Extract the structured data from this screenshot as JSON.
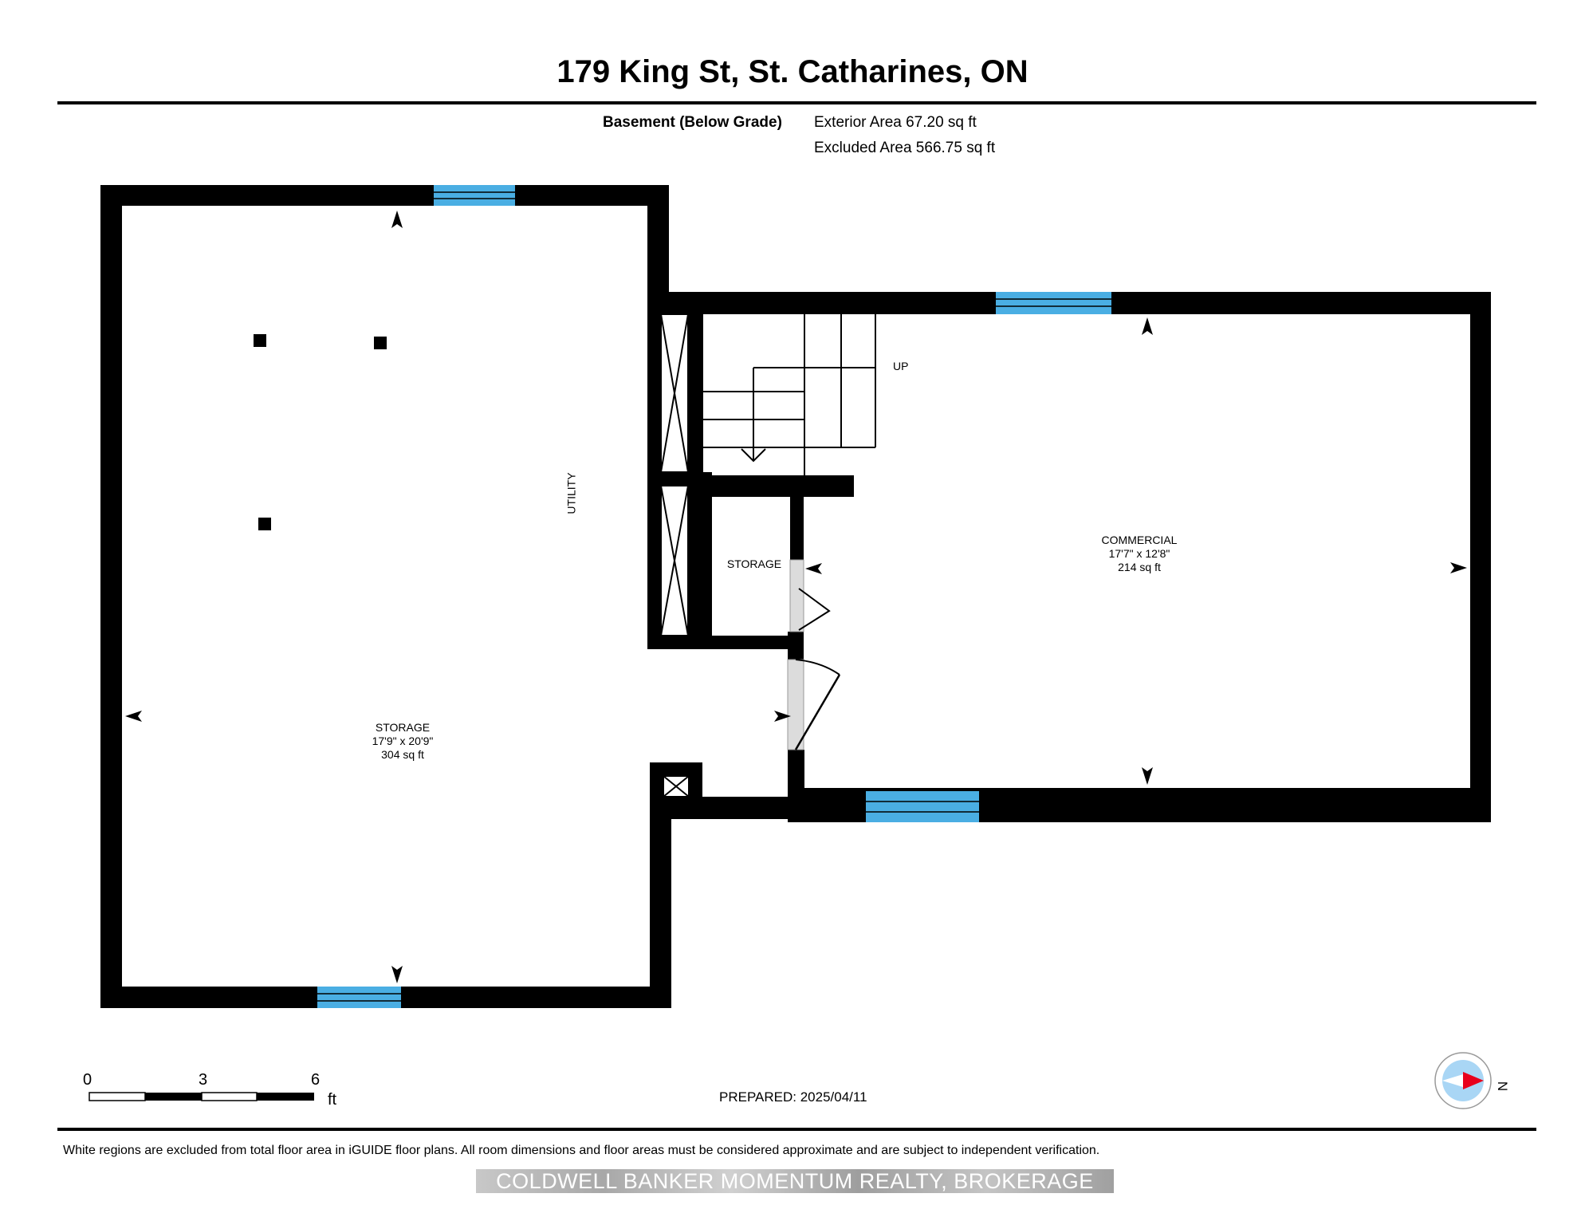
{
  "header": {
    "title": "179 King St, St. Catharines, ON",
    "floor_label": "Basement (Below Grade)",
    "exterior_area": "Exterior Area 67.20 sq ft",
    "excluded_area": "Excluded Area 566.75 sq ft"
  },
  "rooms": [
    {
      "name": "STORAGE",
      "dimensions": "17'9\" x 20'9\"",
      "area": "304 sq ft"
    },
    {
      "name": "COMMERCIAL",
      "dimensions": "17'7\" x 12'8\"",
      "area": "214 sq ft"
    },
    {
      "name": "STORAGE"
    },
    {
      "name": "UTILITY"
    }
  ],
  "stair_label": "UP",
  "scale_bar": {
    "ticks": [
      "0",
      "3",
      "6"
    ],
    "unit": "ft"
  },
  "prepared": "PREPARED: 2025/04/11",
  "compass": {
    "label": "N",
    "needle_color": "#e8001c",
    "dial_color": "#a9d6f5"
  },
  "colors": {
    "wall": "#000000",
    "window": "#4aaee3",
    "door_fill": "#dcdcdc"
  },
  "footer": {
    "disclaimer": "White regions are excluded from total floor area in iGUIDE floor plans. All room dimensions and floor areas must be considered approximate and are subject to independent verification.",
    "brokerage": "COLDWELL BANKER MOMENTUM REALTY, BROKERAGE"
  }
}
